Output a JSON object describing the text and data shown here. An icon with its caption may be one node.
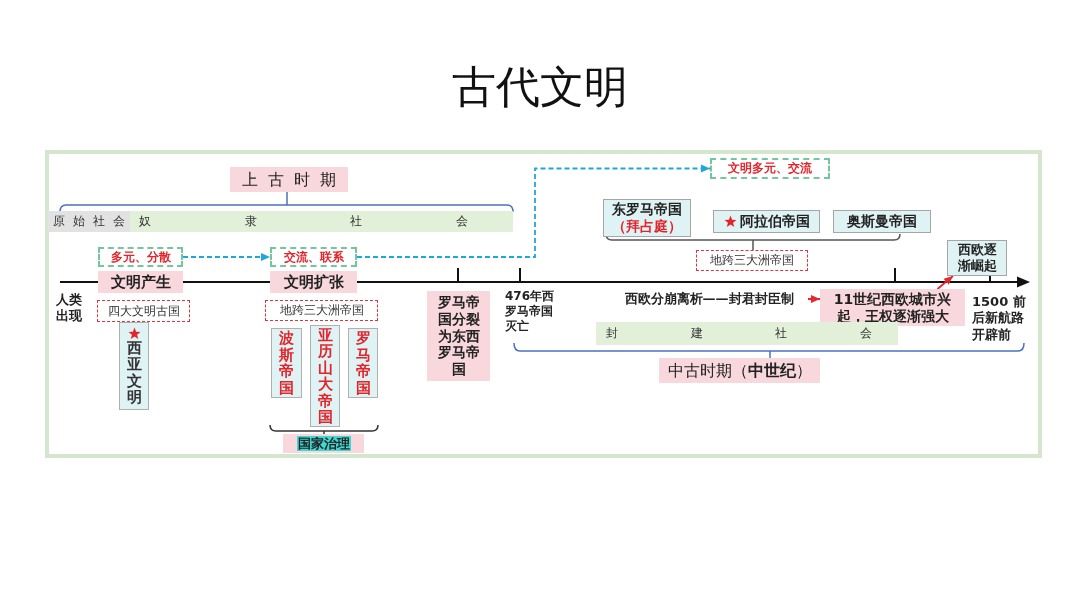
{
  "diagram": {
    "title": "古代文明",
    "nodes": [
      {
        "text": [
          "上古时期"
        ]
      },
      {
        "text": [
          "文明多元、交流"
        ]
      },
      {
        "text": [
          "东罗马帝国",
          "（拜占庭）"
        ]
      },
      {
        "text": [
          "阿拉伯帝国"
        ]
      },
      {
        "text": [
          "奥斯曼帝国"
        ]
      },
      {
        "text": [
          "原始社会"
        ]
      },
      {
        "text": [
          "奴隶社会"
        ]
      },
      {
        "text": [
          "西欧逐渐崛起"
        ]
      },
      {
        "text": [
          "多元、分散"
        ]
      },
      {
        "text": [
          "交流、联系"
        ]
      },
      {
        "text": [
          "地跨三大洲帝国"
        ]
      },
      {
        "text": [
          "文明产生"
        ]
      },
      {
        "text": [
          "文明扩张"
        ]
      },
      {
        "text": [
          "西欧分崩离析——封君封臣制"
        ]
      },
      {
        "text": [
          "11世纪西欧城市兴起，王权逐渐强大"
        ]
      },
      {
        "text": [
          "罗马帝国分裂为东西罗马帝国"
        ]
      },
      {
        "text": [
          "四大文明古国"
        ]
      },
      {
        "text": [
          "地跨三大洲帝国"
        ]
      },
      {
        "text": [
          "封建社会"
        ]
      },
      {
        "text": [
          "西亚文明"
        ]
      },
      {
        "text": [
          "波斯帝国"
        ]
      },
      {
        "text": [
          "亚历山大帝国"
        ]
      },
      {
        "text": [
          "罗马帝国"
        ]
      },
      {
        "text": [
          "中古时期（**中世纪**）"
        ]
      },
      {
        "text": [
          "国家治理"
        ]
      }
    ],
    "edges": [
      {
        "from": 8,
        "to": 9,
        "arrow": "to",
        "style": "dashed",
        "color": "#1ea7dc"
      },
      {
        "from": 9,
        "to": 1,
        "arrow": "to",
        "style": "dashed",
        "color": "#1ea7dc"
      },
      {
        "from": 13,
        "to": 14,
        "arrow": "to",
        "color": "#e8262d"
      },
      {
        "from": 14,
        "to": 7,
        "arrow": "to",
        "color": "#e8262d"
      }
    ],
    "labels": [
      "人类出现",
      "476年西罗马帝国灭亡",
      "1500 前后新航路开辟前"
    ]
  }
}
